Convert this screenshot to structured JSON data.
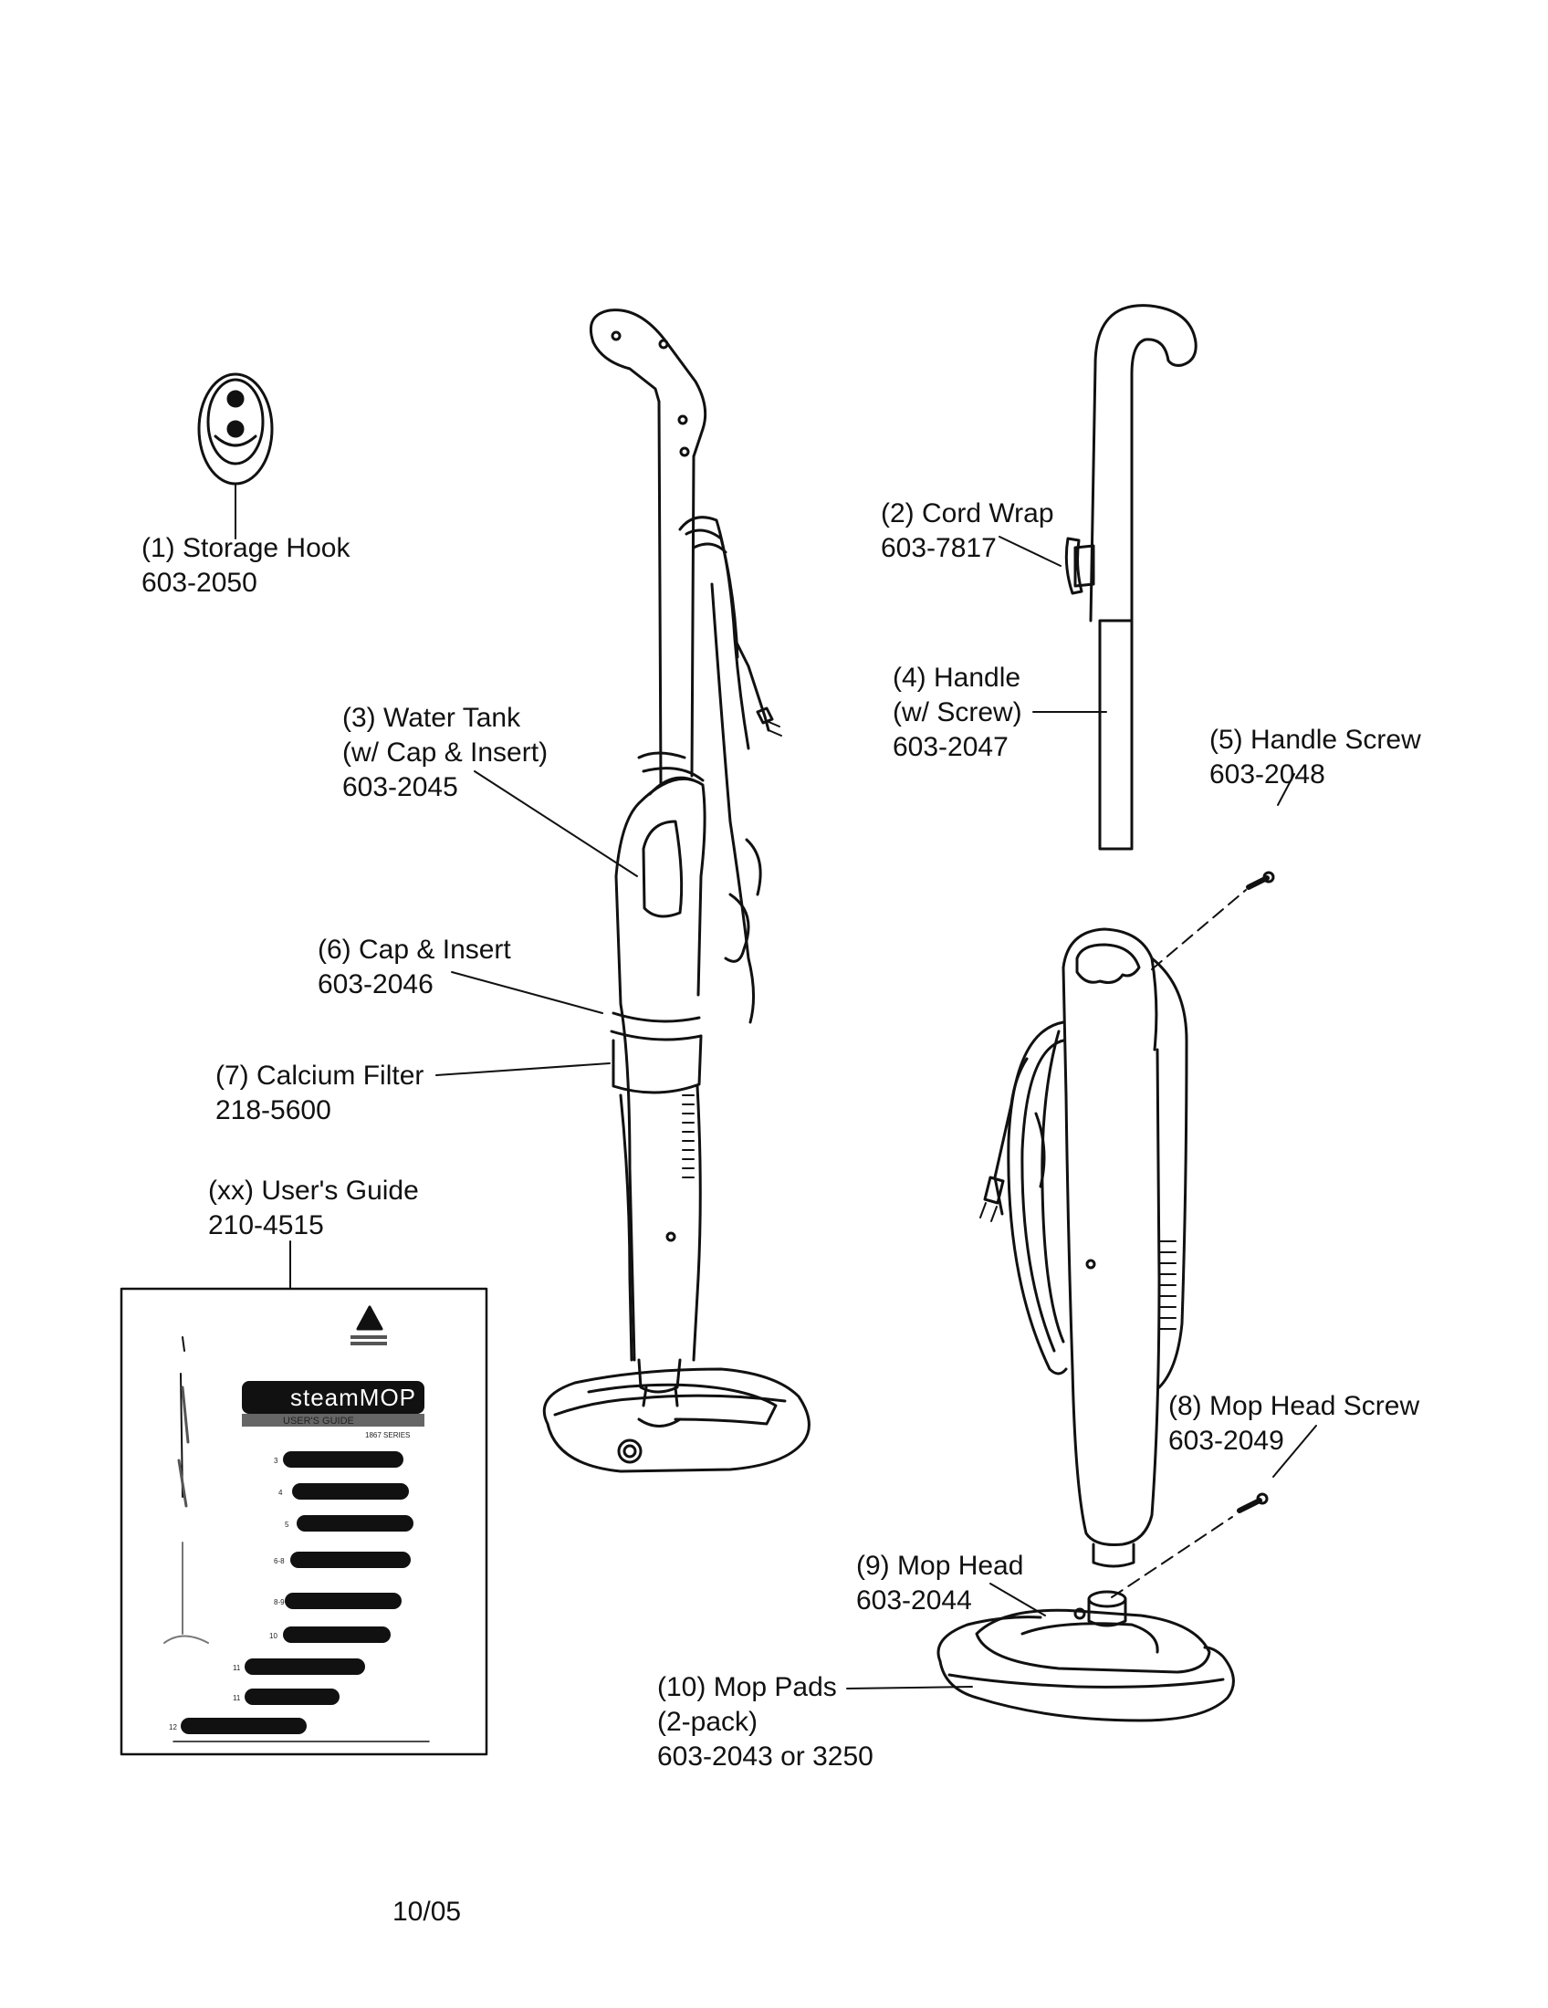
{
  "parts": [
    {
      "num": "(1)",
      "name": "Storage Hook",
      "part": "603-2050"
    },
    {
      "num": "(2)",
      "name": "Cord Wrap",
      "part": "603-7817"
    },
    {
      "num": "(3)",
      "name": "Water Tank",
      "extra": "(w/ Cap & Insert)",
      "part": "603-2045"
    },
    {
      "num": "(4)",
      "name": "Handle",
      "extra": "(w/ Screw)",
      "part": "603-2047"
    },
    {
      "num": "(5)",
      "name": "Handle Screw",
      "part": "603-2048"
    },
    {
      "num": "(6)",
      "name": "Cap & Insert",
      "part": "603-2046"
    },
    {
      "num": "(7)",
      "name": "Calcium Filter",
      "part": "218-5600"
    },
    {
      "num": "(8)",
      "name": "Mop Head Screw",
      "part": "603-2049"
    },
    {
      "num": "(9)",
      "name": "Mop Head",
      "part": "603-2044"
    },
    {
      "num": "(10)",
      "name": "Mop Pads",
      "extra": "(2-pack)",
      "part": "603-2043 or 3250"
    },
    {
      "num": "(xx)",
      "name": "User's Guide",
      "part": "210-4515"
    }
  ],
  "guide": {
    "brand_title": "steamMOP",
    "subtitle": "USER'S GUIDE",
    "series": "1867 SERIES",
    "page_numbers": [
      "3",
      "4",
      "5",
      "6-8",
      "8-9",
      "10",
      "11",
      "11",
      "12"
    ]
  },
  "footer": {
    "date": "10/05"
  },
  "colors": {
    "line": "#111111",
    "background": "#ffffff"
  }
}
